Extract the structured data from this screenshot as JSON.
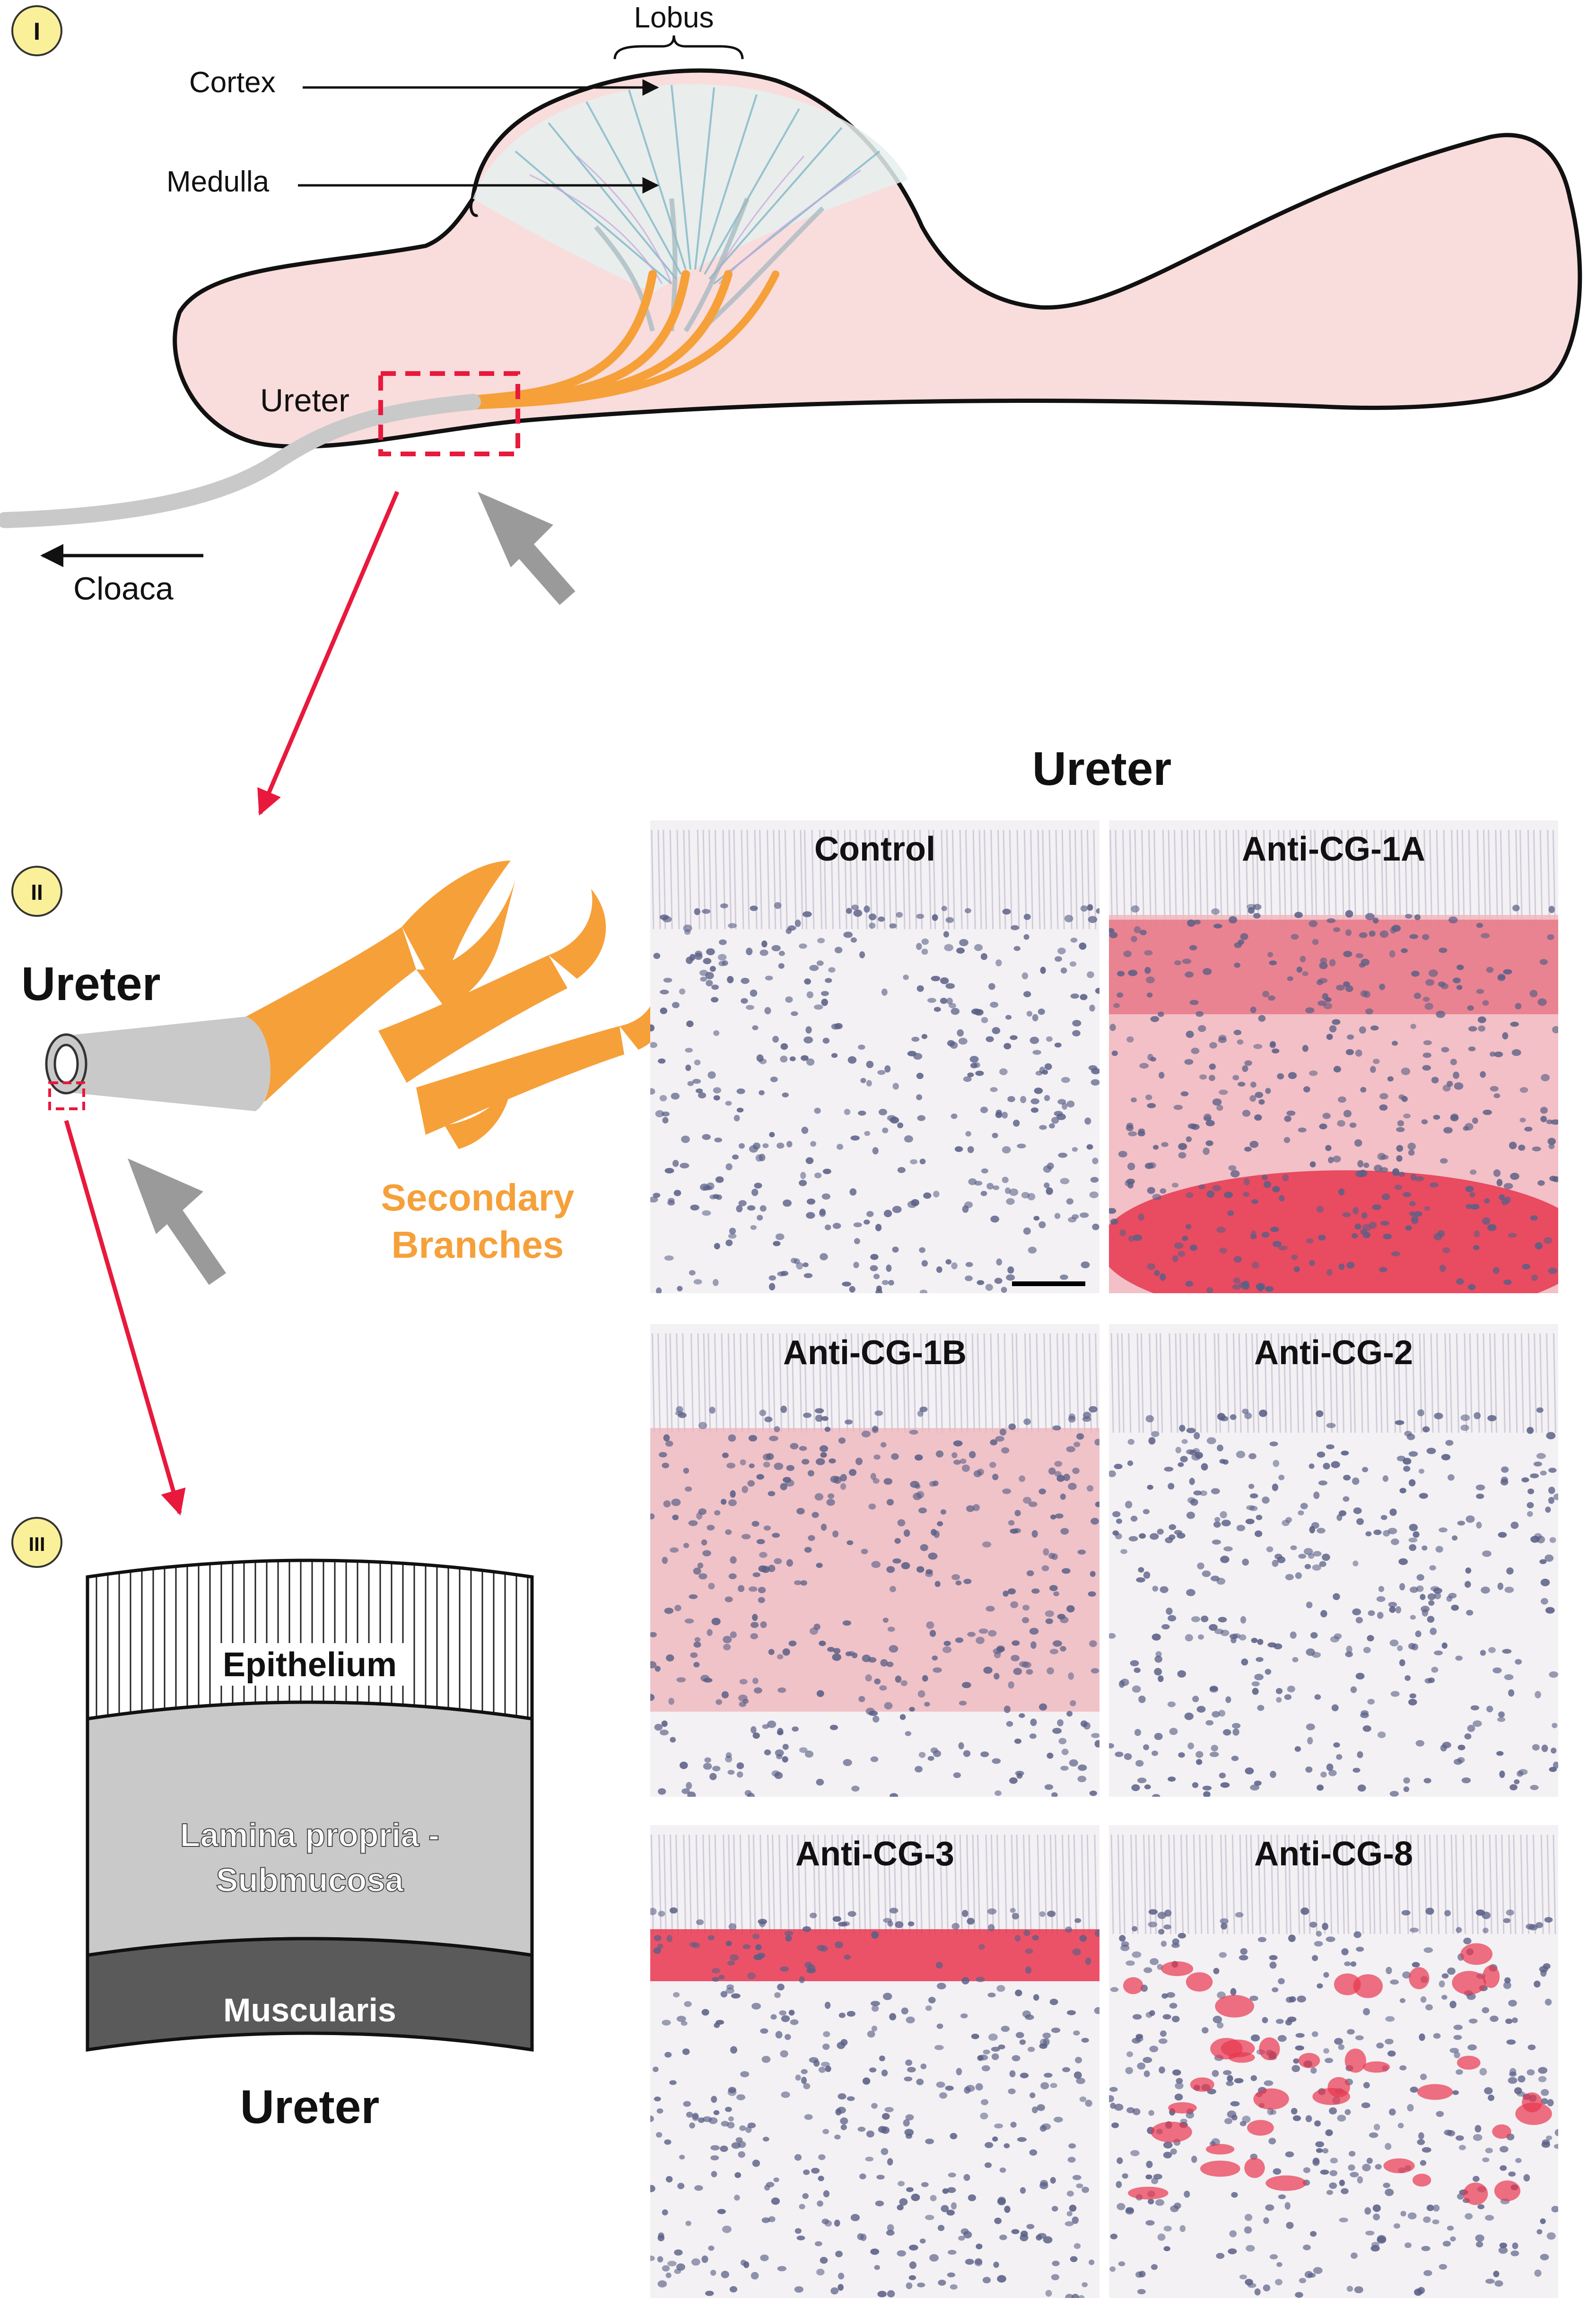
{
  "panel_I": {
    "marker": "I",
    "labels": {
      "lobus": "Lobus",
      "cortex": "Cortex",
      "medulla": "Medulla",
      "ureter": "Ureter",
      "cloaca": "Cloaca"
    }
  },
  "panel_II": {
    "marker": "II",
    "ureter_label": "Ureter",
    "branches_line1": "Secondary",
    "branches_line2": "Branches"
  },
  "panel_III": {
    "marker": "III",
    "layer_epithelium": "Epithelium",
    "layer_lamina_line1": "Lamina propria -",
    "layer_lamina_line2": "Submucosa",
    "layer_muscularis": "Muscularis",
    "caption": "Ureter"
  },
  "micrographs": {
    "title": "Ureter",
    "panels": [
      {
        "label": "Control"
      },
      {
        "label": "Anti-CG-1A"
      },
      {
        "label": "Anti-CG-1B"
      },
      {
        "label": "Anti-CG-2"
      },
      {
        "label": "Anti-CG-3"
      },
      {
        "label": "Anti-CG-8"
      }
    ]
  },
  "colors": {
    "kidney_fill": "#f9dcdc",
    "orange": "#f6a03a",
    "gray": "#bfbfbf",
    "arrow_red": "#e8193c",
    "marker_fill": "#fbf09a",
    "epithelium": "#ffffff",
    "lamina": "#c9c9c9",
    "muscularis": "#5a5a5a"
  }
}
